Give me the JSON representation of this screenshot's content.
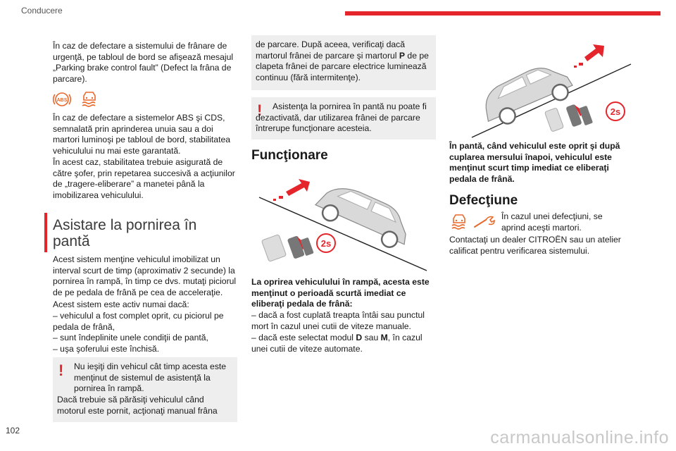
{
  "header": {
    "section": "Conducere",
    "page_number": "102",
    "watermark": "carmanualsonline.info"
  },
  "col1": {
    "p1": "În caz de defectare a sistemului de frânare de urgenţă, pe tabloul de bord se afişează mesajul „Parking brake control fault” (Defect la frâna de parcare).",
    "p2": "În caz de defectare a sistemelor ABS şi CDS, semnalată prin aprinderea unuia sau a doi martori luminoşi pe tabloul de bord, stabilitatea vehiculului nu mai este garantată.",
    "p3": "În acest caz, stabilitatea trebuie asigurată de către şofer, prin repetarea succesivă a acţiunilor de „tragere-eliberare” a manetei până la imobilizarea vehiculului.",
    "heading_line1": "Asistare la pornirea în",
    "heading_line2": "pantă",
    "p4": "Acest sistem menţine vehiculul imobilizat un interval scurt de timp (aproximativ 2 secunde) la pornirea în rampă, în timp ce dvs. mutaţi piciorul de pe pedala de frână pe cea de acceleraţie.",
    "p5": "Acest sistem este activ numai dacă:",
    "li1": "–  vehiculul a fost complet oprit, cu piciorul pe pedala de frână,",
    "li2": "–  sunt îndeplinite unele condiţii de pantă,",
    "li3": "–  uşa şoferului este închisă.",
    "warn1_a": "Nu ieşiţi din vehicul cât timp acesta este menţinut de sistemul de asistenţă la pornirea în rampă.",
    "warn1_b": "Dacă trebuie să părăsiţi vehiculul când motorul este pornit, acţionaţi manual frâna"
  },
  "col2": {
    "box_text": "de parcare. După aceea, verificaţi dacă martorul frânei de parcare şi martorul",
    "box_P": "P",
    "box_text2": "de pe clapeta frânei de parcare electrice luminează continuu (fără intermitenţe).",
    "warn2": "Asistenţa la pornirea în pantă nu poate fi dezactivată, dar utilizarea frânei de parcare întrerupe funcţionare acesteia.",
    "heading": "Funcţionare",
    "badge": "2s",
    "caption_bold": "La oprirea vehiculului în rampă, acesta este menţinut o perioadă scurtă imediat ce eliberaţi pedala de frână:",
    "li1": "–  dacă a fost cuplată treapta întâi sau punctul mort în cazul unei cutii de viteze manuale.",
    "li2_a": "–  dacă este selectat modul",
    "li2_D": "D",
    "li2_b": "sau",
    "li2_M": "M",
    "li2_c": ", în cazul unei cutii de viteze automate."
  },
  "col3": {
    "badge": "2s",
    "caption_bold": "În pantă, când vehiculul este oprit şi după cuplarea mersului înapoi, vehiculul este menţinut scurt timp imediat ce eliberaţi pedala de frână.",
    "heading": "Defecţiune",
    "p1": "În cazul unei defecţiuni, se aprind aceşti martori.",
    "p2": "Contactaţi un dealer CITROËN sau un atelier calificat pentru verificarea sistemului."
  },
  "icons": {
    "abs_label": "ABS"
  },
  "colors": {
    "accent_red": "#e4252b",
    "warning_orange": "#e8692c",
    "box_gray": "#eeeeee"
  }
}
